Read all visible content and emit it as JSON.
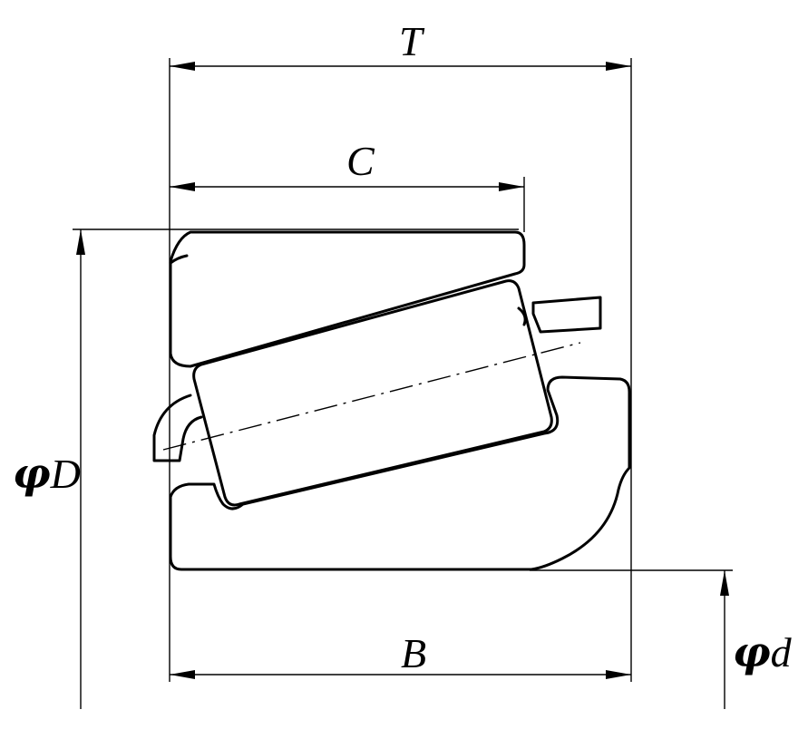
{
  "diagram": {
    "type": "tapered-roller-bearing-cross-section",
    "stroke_color": "#000000",
    "background_color": "#ffffff",
    "dimensions": {
      "T": {
        "label": "T"
      },
      "C": {
        "label": "C"
      },
      "B": {
        "label": "B"
      },
      "D": {
        "symbol": "φ",
        "label": "D"
      },
      "d": {
        "symbol": "φ",
        "label": "d"
      }
    }
  }
}
